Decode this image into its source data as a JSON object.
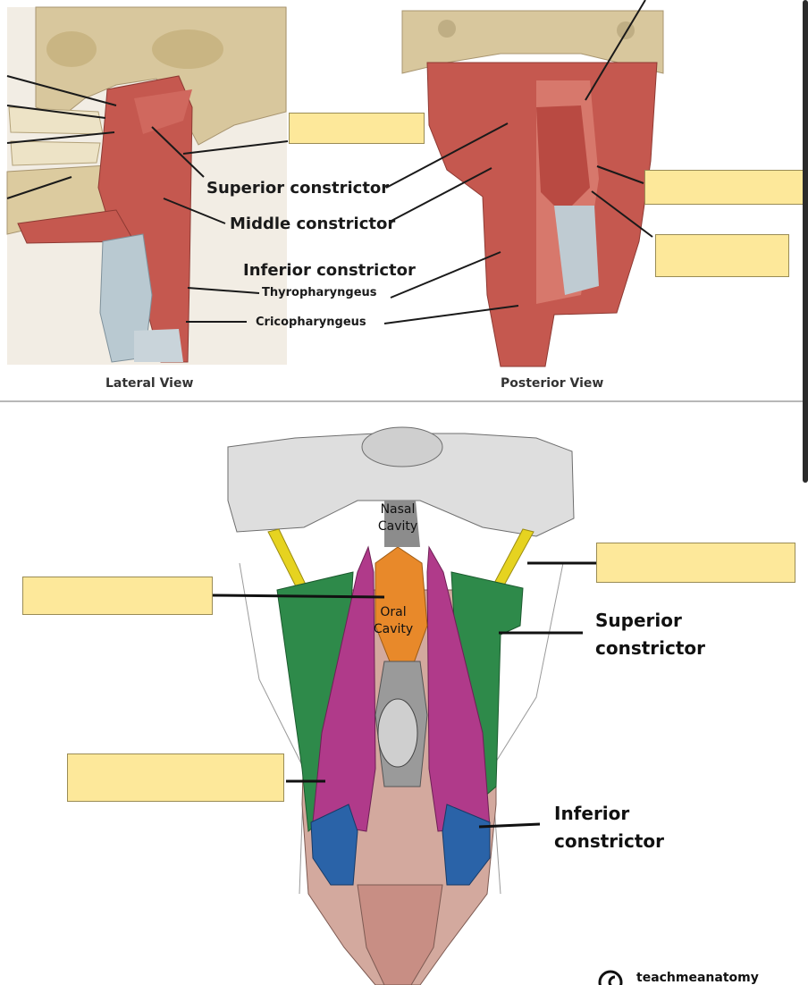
{
  "top_left": {
    "labels": {
      "superior": "Superior constrictor",
      "middle": "Middle constrictor",
      "inferior": "Inferior  constrictor",
      "thyro": "Thyropharyngeus",
      "crico": "Cricopharyngeus"
    },
    "caption": "Lateral View"
  },
  "top_right": {
    "caption": "Posterior View"
  },
  "bottom": {
    "nasal_cavity": [
      "Nasal",
      "Cavity"
    ],
    "oral_cavity": [
      "Oral",
      "Cavity"
    ],
    "superior": [
      "Superior",
      "constrictor"
    ],
    "inferior": [
      "Inferior",
      "constrictor"
    ]
  },
  "logo": {
    "icon": "copyright-icon",
    "text": "teachmeanatomy"
  },
  "colors": {
    "muscle": "#c5584f",
    "bone": "#d8c79d",
    "answer_box": "#fde89a",
    "superior_constrictor": "#2e8a4a",
    "palatopharyngeus": "#b03a8a",
    "palatine_region": "#e8892a",
    "inferior_constrictor": "#2a63a8",
    "stylopharyngeus": "#e6d320"
  }
}
